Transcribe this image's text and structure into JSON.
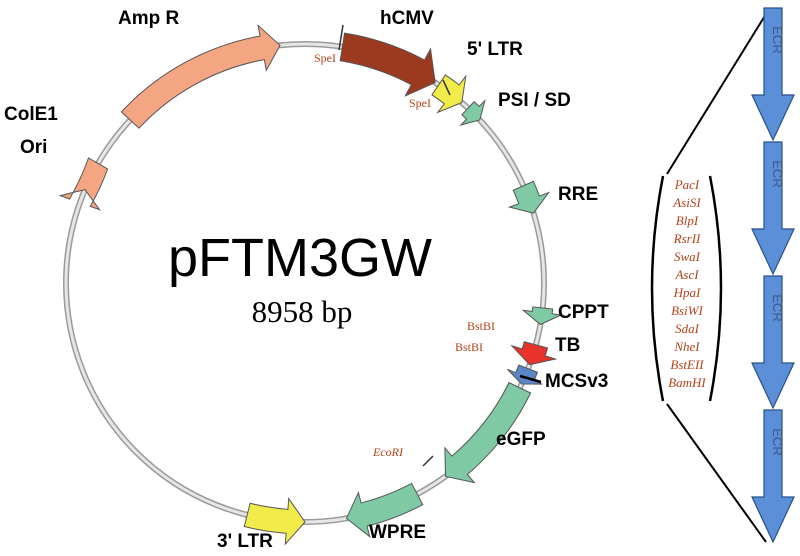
{
  "plasmid": {
    "name": "pFTM3GW",
    "size": "8958 bp"
  },
  "features": {
    "amp_r": "Amp R",
    "hcmv": "hCMV",
    "ltr5": "5' LTR",
    "psi_sd": "PSI / SD",
    "rre": "RRE",
    "cppt": "CPPT",
    "tb": "TB",
    "mcs": "MCSv3",
    "egfp": "eGFP",
    "wpre": "WPRE",
    "ltr3": "3' LTR",
    "colE1_line1": "ColE1",
    "colE1_line2": "Ori"
  },
  "sites": {
    "spe1_a": "SpeI",
    "spe1_b": "SpeI",
    "bstbi_a": "BstBI",
    "bstbi_b": "BstBI",
    "ecori": "EcoRI"
  },
  "mcs_sites": [
    "PacI",
    "AsiSI",
    "BlpI",
    "RsrII",
    "SwaI",
    "AscI",
    "HpaI",
    "BsiWI",
    "SdaI",
    "NheI",
    "BstEII",
    "BamHI"
  ],
  "ecr_label": "ECR",
  "colors": {
    "amp_r": "#f4a582",
    "hcmv": "#9c3a1f",
    "ltr": "#f2ec4a",
    "seafoam": "#7fcaa4",
    "tb": "#e8322c",
    "mcs": "#5a86c8",
    "ecr": "#5b8fd8",
    "site_text": "#b5421a"
  }
}
